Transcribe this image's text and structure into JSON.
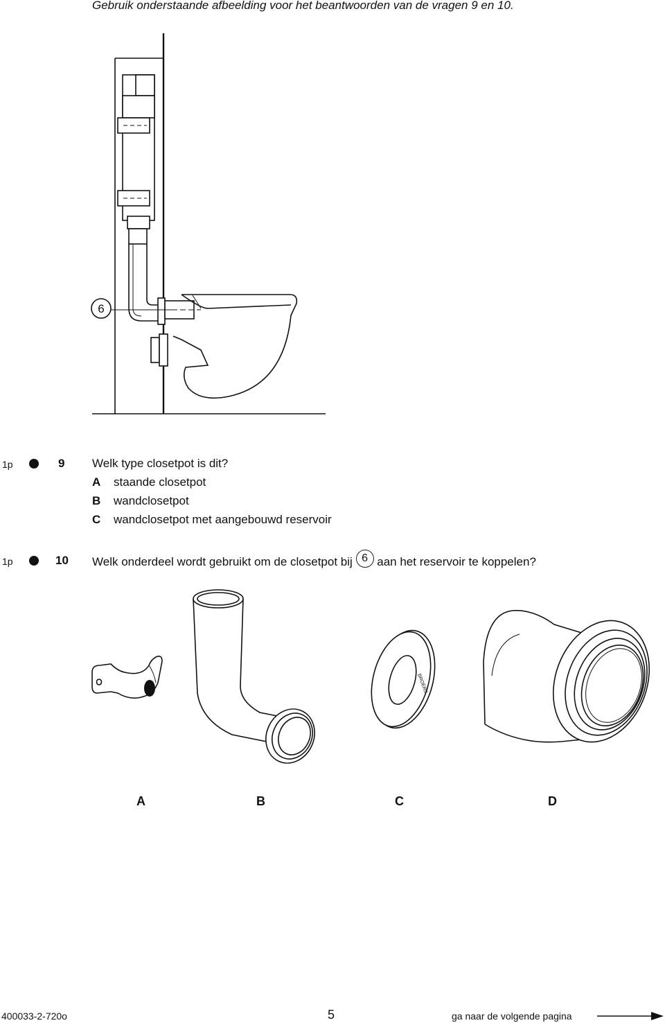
{
  "intro": "Gebruik onderstaande afbeelding voor het beantwoorden van de vragen 9 en 10.",
  "figure": {
    "callout": "6"
  },
  "questions": [
    {
      "points": "1p",
      "number": "9",
      "text": "Welk type closetpot is dit?",
      "options": [
        {
          "letter": "A",
          "text": "staande closetpot"
        },
        {
          "letter": "B",
          "text": "wandclosetpot"
        },
        {
          "letter": "C",
          "text": "wandclosetpot met aangebouwd reservoir"
        }
      ]
    },
    {
      "points": "1p",
      "number": "10",
      "text_before": "Welk onderdeel wordt gebruikt om de closetpot bij",
      "ref": "6",
      "text_after": "aan het reservoir te koppelen?"
    }
  ],
  "choices": [
    {
      "letter": "A",
      "icon": "pipe-clamp-icon"
    },
    {
      "letter": "B",
      "icon": "bend-pipe-icon"
    },
    {
      "letter": "C",
      "icon": "rosette-ring-icon",
      "imprint": "BROERS"
    },
    {
      "letter": "D",
      "icon": "elbow-connector-icon"
    }
  ],
  "footer": {
    "code": "400033-2-720o",
    "page": "5",
    "next": "ga naar de volgende pagina"
  }
}
